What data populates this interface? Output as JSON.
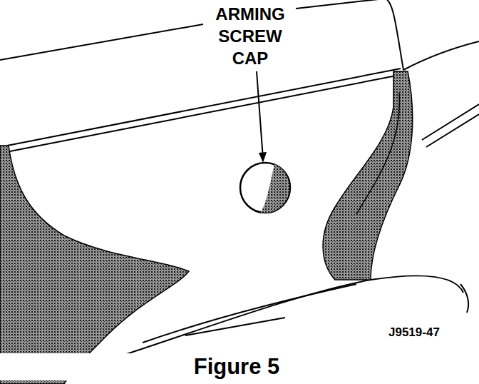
{
  "diagram": {
    "caption": "Figure 5",
    "labels": [
      "ARMING SCREW CAP",
      "J9519-47"
    ]
  }
}
